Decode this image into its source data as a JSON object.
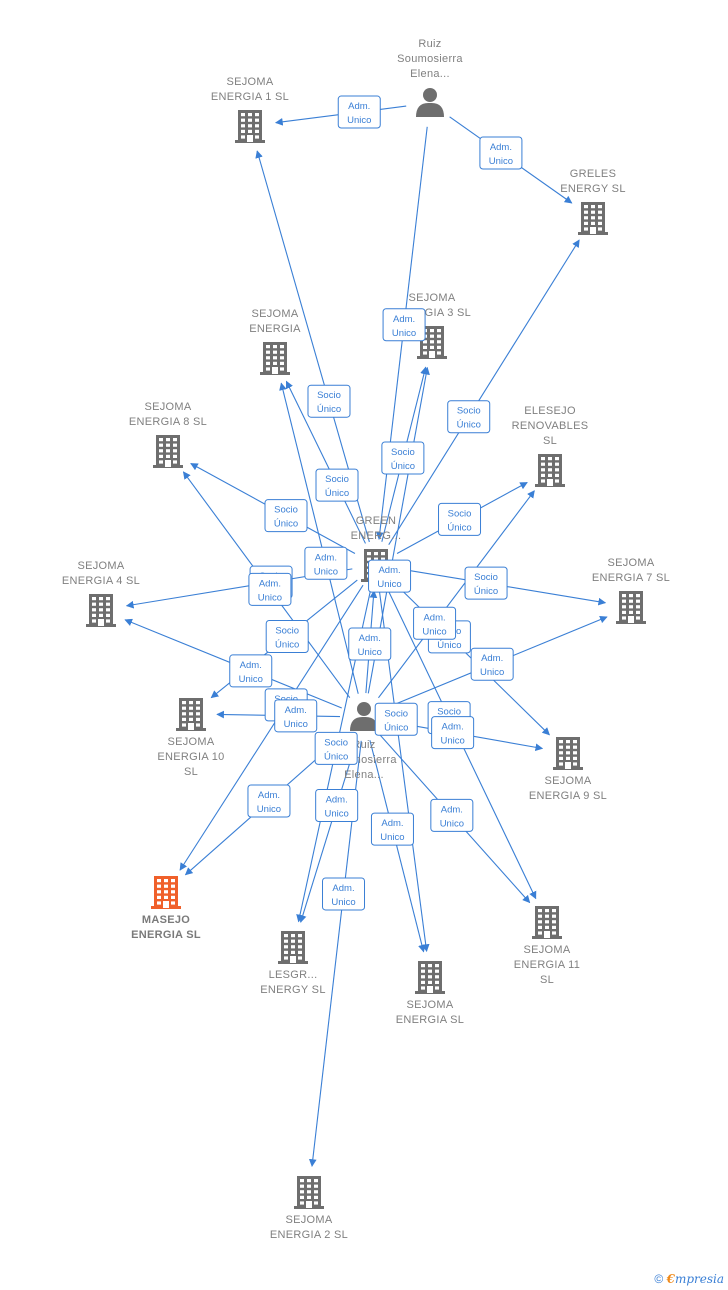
{
  "colors": {
    "edge": "#3a7fd5",
    "company": "#6e6e6e",
    "highlight": "#f0602a",
    "person": "#6e6e6e"
  },
  "nodes": [
    {
      "id": "ruiz_top",
      "type": "person",
      "label": [
        "Ruiz",
        "Soumosierra",
        "Elena..."
      ]
    },
    {
      "id": "sejoma1",
      "type": "company",
      "label": [
        "SEJOMA",
        "ENERGIA 1  SL"
      ]
    },
    {
      "id": "greles",
      "type": "company",
      "label": [
        "GRELES",
        "ENERGY  SL"
      ]
    },
    {
      "id": "sejoma3",
      "type": "company",
      "label": [
        "SEJOMA",
        "ENERGIA 3  SL"
      ]
    },
    {
      "id": "sejoma_x",
      "type": "company",
      "label": [
        "SEJOMA",
        "ENERGIA"
      ]
    },
    {
      "id": "sejoma8",
      "type": "company",
      "label": [
        "SEJOMA",
        "ENERGIA 8  SL"
      ]
    },
    {
      "id": "elesejo",
      "type": "company",
      "label": [
        "ELESEJO",
        "RENOVABLES",
        "SL"
      ]
    },
    {
      "id": "greenx",
      "type": "company",
      "label": [
        "GREEN",
        "ENERG..."
      ]
    },
    {
      "id": "sejoma4",
      "type": "company",
      "label": [
        "SEJOMA",
        "ENERGIA 4  SL"
      ]
    },
    {
      "id": "sejoma7",
      "type": "company",
      "label": [
        "SEJOMA",
        "ENERGIA 7  SL"
      ]
    },
    {
      "id": "sejoma10",
      "type": "company",
      "label": [
        "SEJOMA",
        "ENERGIA 10",
        "SL"
      ]
    },
    {
      "id": "ruiz_mid",
      "type": "person",
      "label": [
        "Ruiz",
        "Soumosierra",
        "Elena..."
      ]
    },
    {
      "id": "sejoma9",
      "type": "company",
      "label": [
        "SEJOMA",
        "ENERGIA 9  SL"
      ]
    },
    {
      "id": "masejo",
      "type": "company",
      "highlight": true,
      "label": [
        "MASEJO",
        "ENERGIA  SL"
      ]
    },
    {
      "id": "lesgr",
      "type": "company",
      "label": [
        "LESGR...",
        "ENERGY  SL"
      ]
    },
    {
      "id": "sejoma",
      "type": "company",
      "label": [
        "SEJOMA",
        "ENERGIA  SL"
      ]
    },
    {
      "id": "sejoma11",
      "type": "company",
      "label": [
        "SEJOMA",
        "ENERGIA 11",
        "SL"
      ]
    },
    {
      "id": "sejoma2",
      "type": "company",
      "label": [
        "SEJOMA",
        "ENERGIA 2  SL"
      ]
    }
  ],
  "edges": [
    {
      "from": "ruiz_top",
      "to": "sejoma1",
      "label": [
        "Adm.",
        "Unico"
      ]
    },
    {
      "from": "ruiz_top",
      "to": "greles",
      "label": [
        "Adm.",
        "Unico"
      ]
    },
    {
      "from": "ruiz_top",
      "to": "greenx",
      "label": [
        "Adm.",
        "Unico"
      ]
    },
    {
      "from": "greenx",
      "to": "sejoma1",
      "label": [
        "Socio",
        "Único"
      ]
    },
    {
      "from": "greenx",
      "to": "greles",
      "label": [
        "Socio",
        "Único"
      ]
    },
    {
      "from": "greenx",
      "to": "sejoma3",
      "label": [
        "Socio",
        "Único"
      ]
    },
    {
      "from": "greenx",
      "to": "sejoma_x",
      "label": [
        "Socio",
        "Único"
      ]
    },
    {
      "from": "greenx",
      "to": "sejoma8",
      "label": [
        "Socio",
        "Único"
      ]
    },
    {
      "from": "greenx",
      "to": "elesejo",
      "label": [
        "Socio",
        "Único"
      ]
    },
    {
      "from": "greenx",
      "to": "sejoma4",
      "label": [
        "Socio",
        "Único"
      ]
    },
    {
      "from": "greenx",
      "to": "sejoma7",
      "label": [
        "Socio",
        "Único"
      ]
    },
    {
      "from": "greenx",
      "to": "sejoma10",
      "label": [
        "Socio",
        "Único"
      ]
    },
    {
      "from": "greenx",
      "to": "sejoma9",
      "label": [
        "Socio",
        "Único"
      ]
    },
    {
      "from": "greenx",
      "to": "masejo",
      "label": [
        "Socio",
        "Único"
      ]
    },
    {
      "from": "greenx",
      "to": "lesgr",
      "label": [
        "Socio",
        "Único"
      ]
    },
    {
      "from": "greenx",
      "to": "sejoma",
      "label": [
        "Socio",
        "Único"
      ]
    },
    {
      "from": "greenx",
      "to": "sejoma11",
      "label": [
        "Socio",
        "Único"
      ]
    },
    {
      "from": "ruiz_mid",
      "to": "greenx",
      "label": [
        "Adm.",
        "Unico"
      ]
    },
    {
      "from": "ruiz_mid",
      "to": "sejoma3",
      "label": [
        "Adm.",
        "Unico"
      ]
    },
    {
      "from": "ruiz_mid",
      "to": "sejoma_x",
      "label": [
        "Adm.",
        "Unico"
      ]
    },
    {
      "from": "ruiz_mid",
      "to": "sejoma8",
      "label": [
        "Adm.",
        "Unico"
      ]
    },
    {
      "from": "ruiz_mid",
      "to": "elesejo",
      "label": [
        "Adm.",
        "Unico"
      ]
    },
    {
      "from": "ruiz_mid",
      "to": "sejoma4",
      "label": [
        "Adm.",
        "Unico"
      ]
    },
    {
      "from": "ruiz_mid",
      "to": "sejoma7",
      "label": [
        "Adm.",
        "Unico"
      ]
    },
    {
      "from": "ruiz_mid",
      "to": "sejoma10",
      "label": [
        "Adm.",
        "Unico"
      ]
    },
    {
      "from": "ruiz_mid",
      "to": "sejoma9",
      "label": [
        "Adm.",
        "Unico"
      ]
    },
    {
      "from": "ruiz_mid",
      "to": "masejo",
      "label": [
        "Adm.",
        "Unico"
      ]
    },
    {
      "from": "ruiz_mid",
      "to": "lesgr",
      "label": [
        "Adm.",
        "Unico"
      ]
    },
    {
      "from": "ruiz_mid",
      "to": "sejoma",
      "label": [
        "Adm.",
        "Unico"
      ]
    },
    {
      "from": "ruiz_mid",
      "to": "sejoma11",
      "label": [
        "Adm.",
        "Unico"
      ]
    },
    {
      "from": "ruiz_mid",
      "to": "sejoma2",
      "label": [
        "Adm.",
        "Unico"
      ]
    }
  ],
  "footer": {
    "copyright": "©",
    "brand_initial": "€",
    "brand_rest": "mpresia"
  }
}
